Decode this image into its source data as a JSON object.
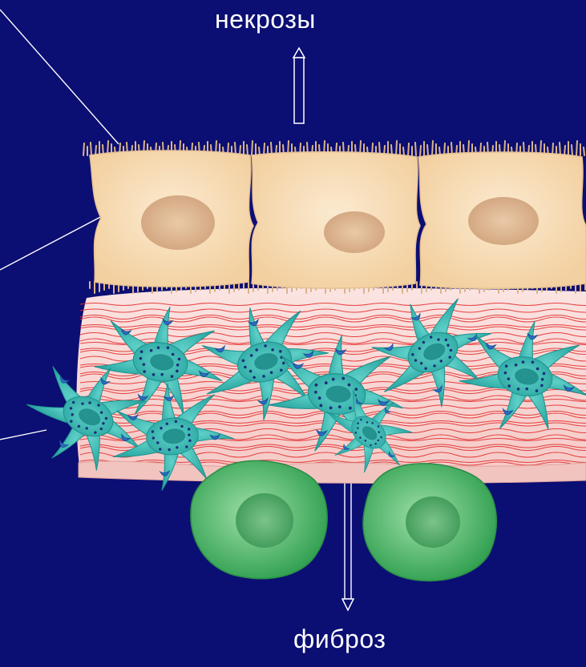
{
  "labels": {
    "top": "некрозы",
    "bottom": "фиброз"
  },
  "colors": {
    "background": "#0b0e73",
    "cell_fill": "#f6dbb3",
    "nucleus": "#dcb28c",
    "fibers": "#e23030",
    "stroma": "#f7d2d2",
    "stellate_cell": "#3cb7b2",
    "stellate_tip": "#2b6fc4",
    "macrophage": "#4fb86b",
    "arrow": "#ffffff"
  },
  "structures": {
    "epithelial_cells": 3,
    "stellate_cells": 8,
    "round_cells": 2
  }
}
